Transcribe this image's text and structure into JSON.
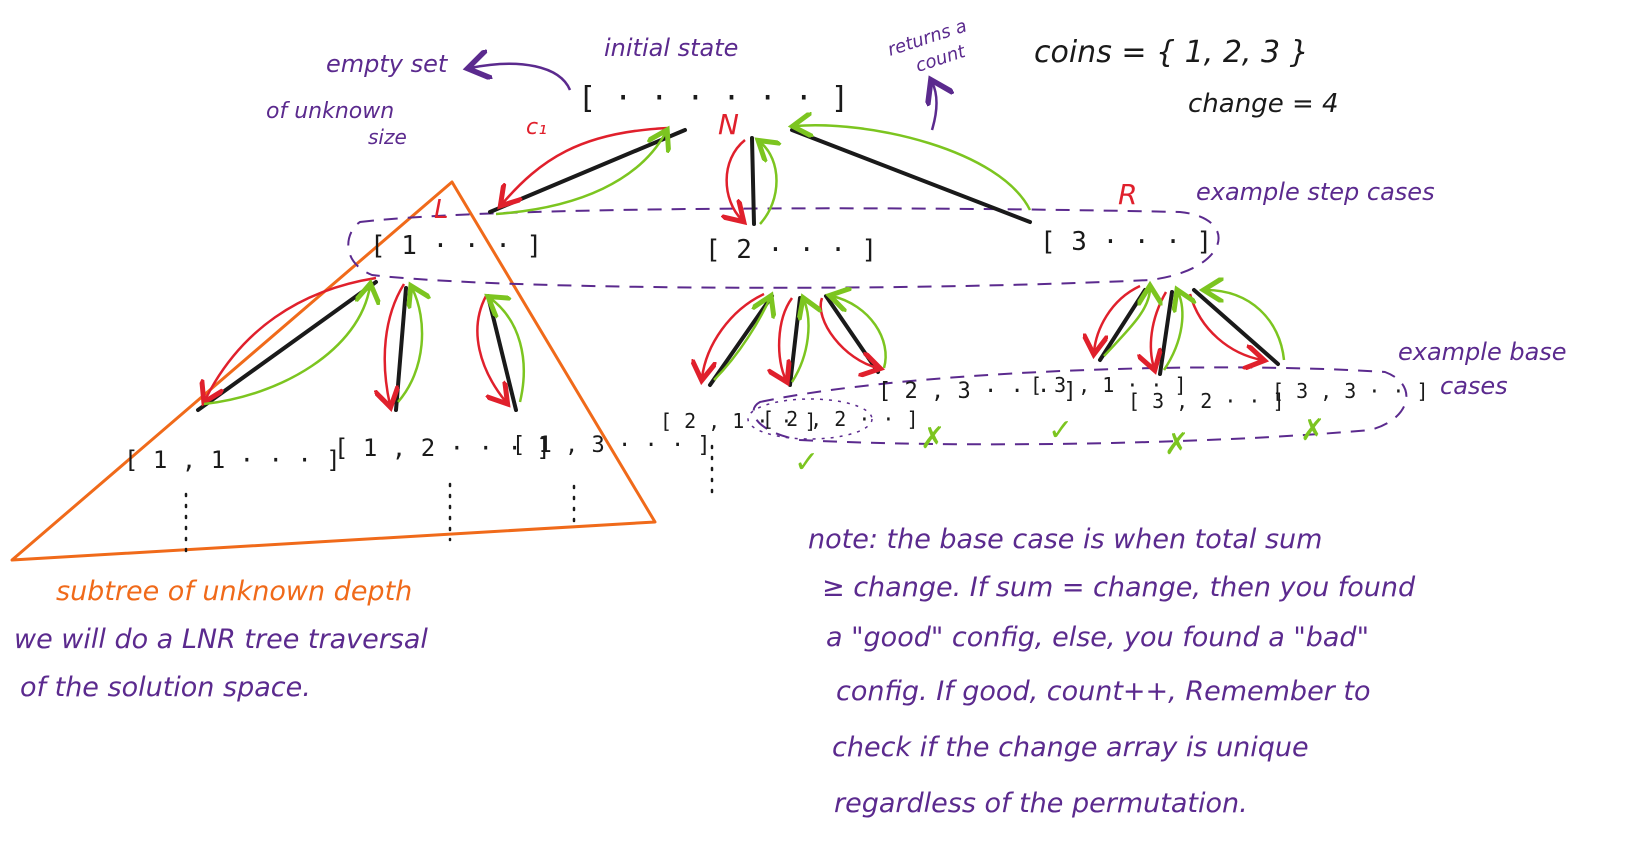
{
  "colors": {
    "tree_edge": "#1a1a1a",
    "descend_arrow": "#e0202c",
    "return_arrow": "#7cc520",
    "annotation": "#5b2a8e",
    "subtree": "#f06a1a",
    "good_mark": "#7cc520",
    "bad_mark": "#7cc520"
  },
  "annotations": {
    "initial_state": "initial state",
    "empty_set_1": "empty set",
    "empty_set_2": "of unknown",
    "empty_set_3": "size",
    "returns_1": "returns a",
    "returns_2": "count",
    "coins": "coins = { 1, 2, 3 }",
    "change": "change = 4",
    "step_cases": "example step cases",
    "base_cases_1": "example base",
    "base_cases_2": "cases",
    "subtree_label": "subtree of unknown depth",
    "traversal_1": "we will do a LNR tree traversal",
    "traversal_2": "of the solution space.",
    "note_1": "note: the base case is when total sum",
    "note_2": "≥ change. If sum = change, then you found",
    "note_3": "a \"good\" config, else, you found a \"bad\"",
    "note_4": "config. If good, count++, Remember to",
    "note_5": "check if the change array is unique",
    "note_6": "regardless of the permutation."
  },
  "labels": {
    "c1": "c₁",
    "N": "N",
    "L": "L",
    "R": "R"
  },
  "nodes": {
    "root": "[ · · · · · · ]",
    "n1": "[ 1 · · · ]",
    "n2": "[ 2 · · · ]",
    "n3": "[ 3 · · · ]",
    "n11": "[ 1 , 1 · · · ]",
    "n12": "[ 1 , 2 · · · ]",
    "n13": "[ 1 , 3 · · · ]",
    "n21": "[ 2 , 1 · · ]",
    "n22": "[ 2 , 2 · · ]",
    "n23": "[ 2 , 3 · · · ]",
    "n31": "[ 3 , 1 · · ]",
    "n32": "[ 3 , 2 · · ]",
    "n33": "[ 3 , 3 · · ]"
  },
  "marks": {
    "n22": "✓",
    "n23": "✗",
    "n31": "✓",
    "n32": "✗",
    "n33": "✗"
  }
}
